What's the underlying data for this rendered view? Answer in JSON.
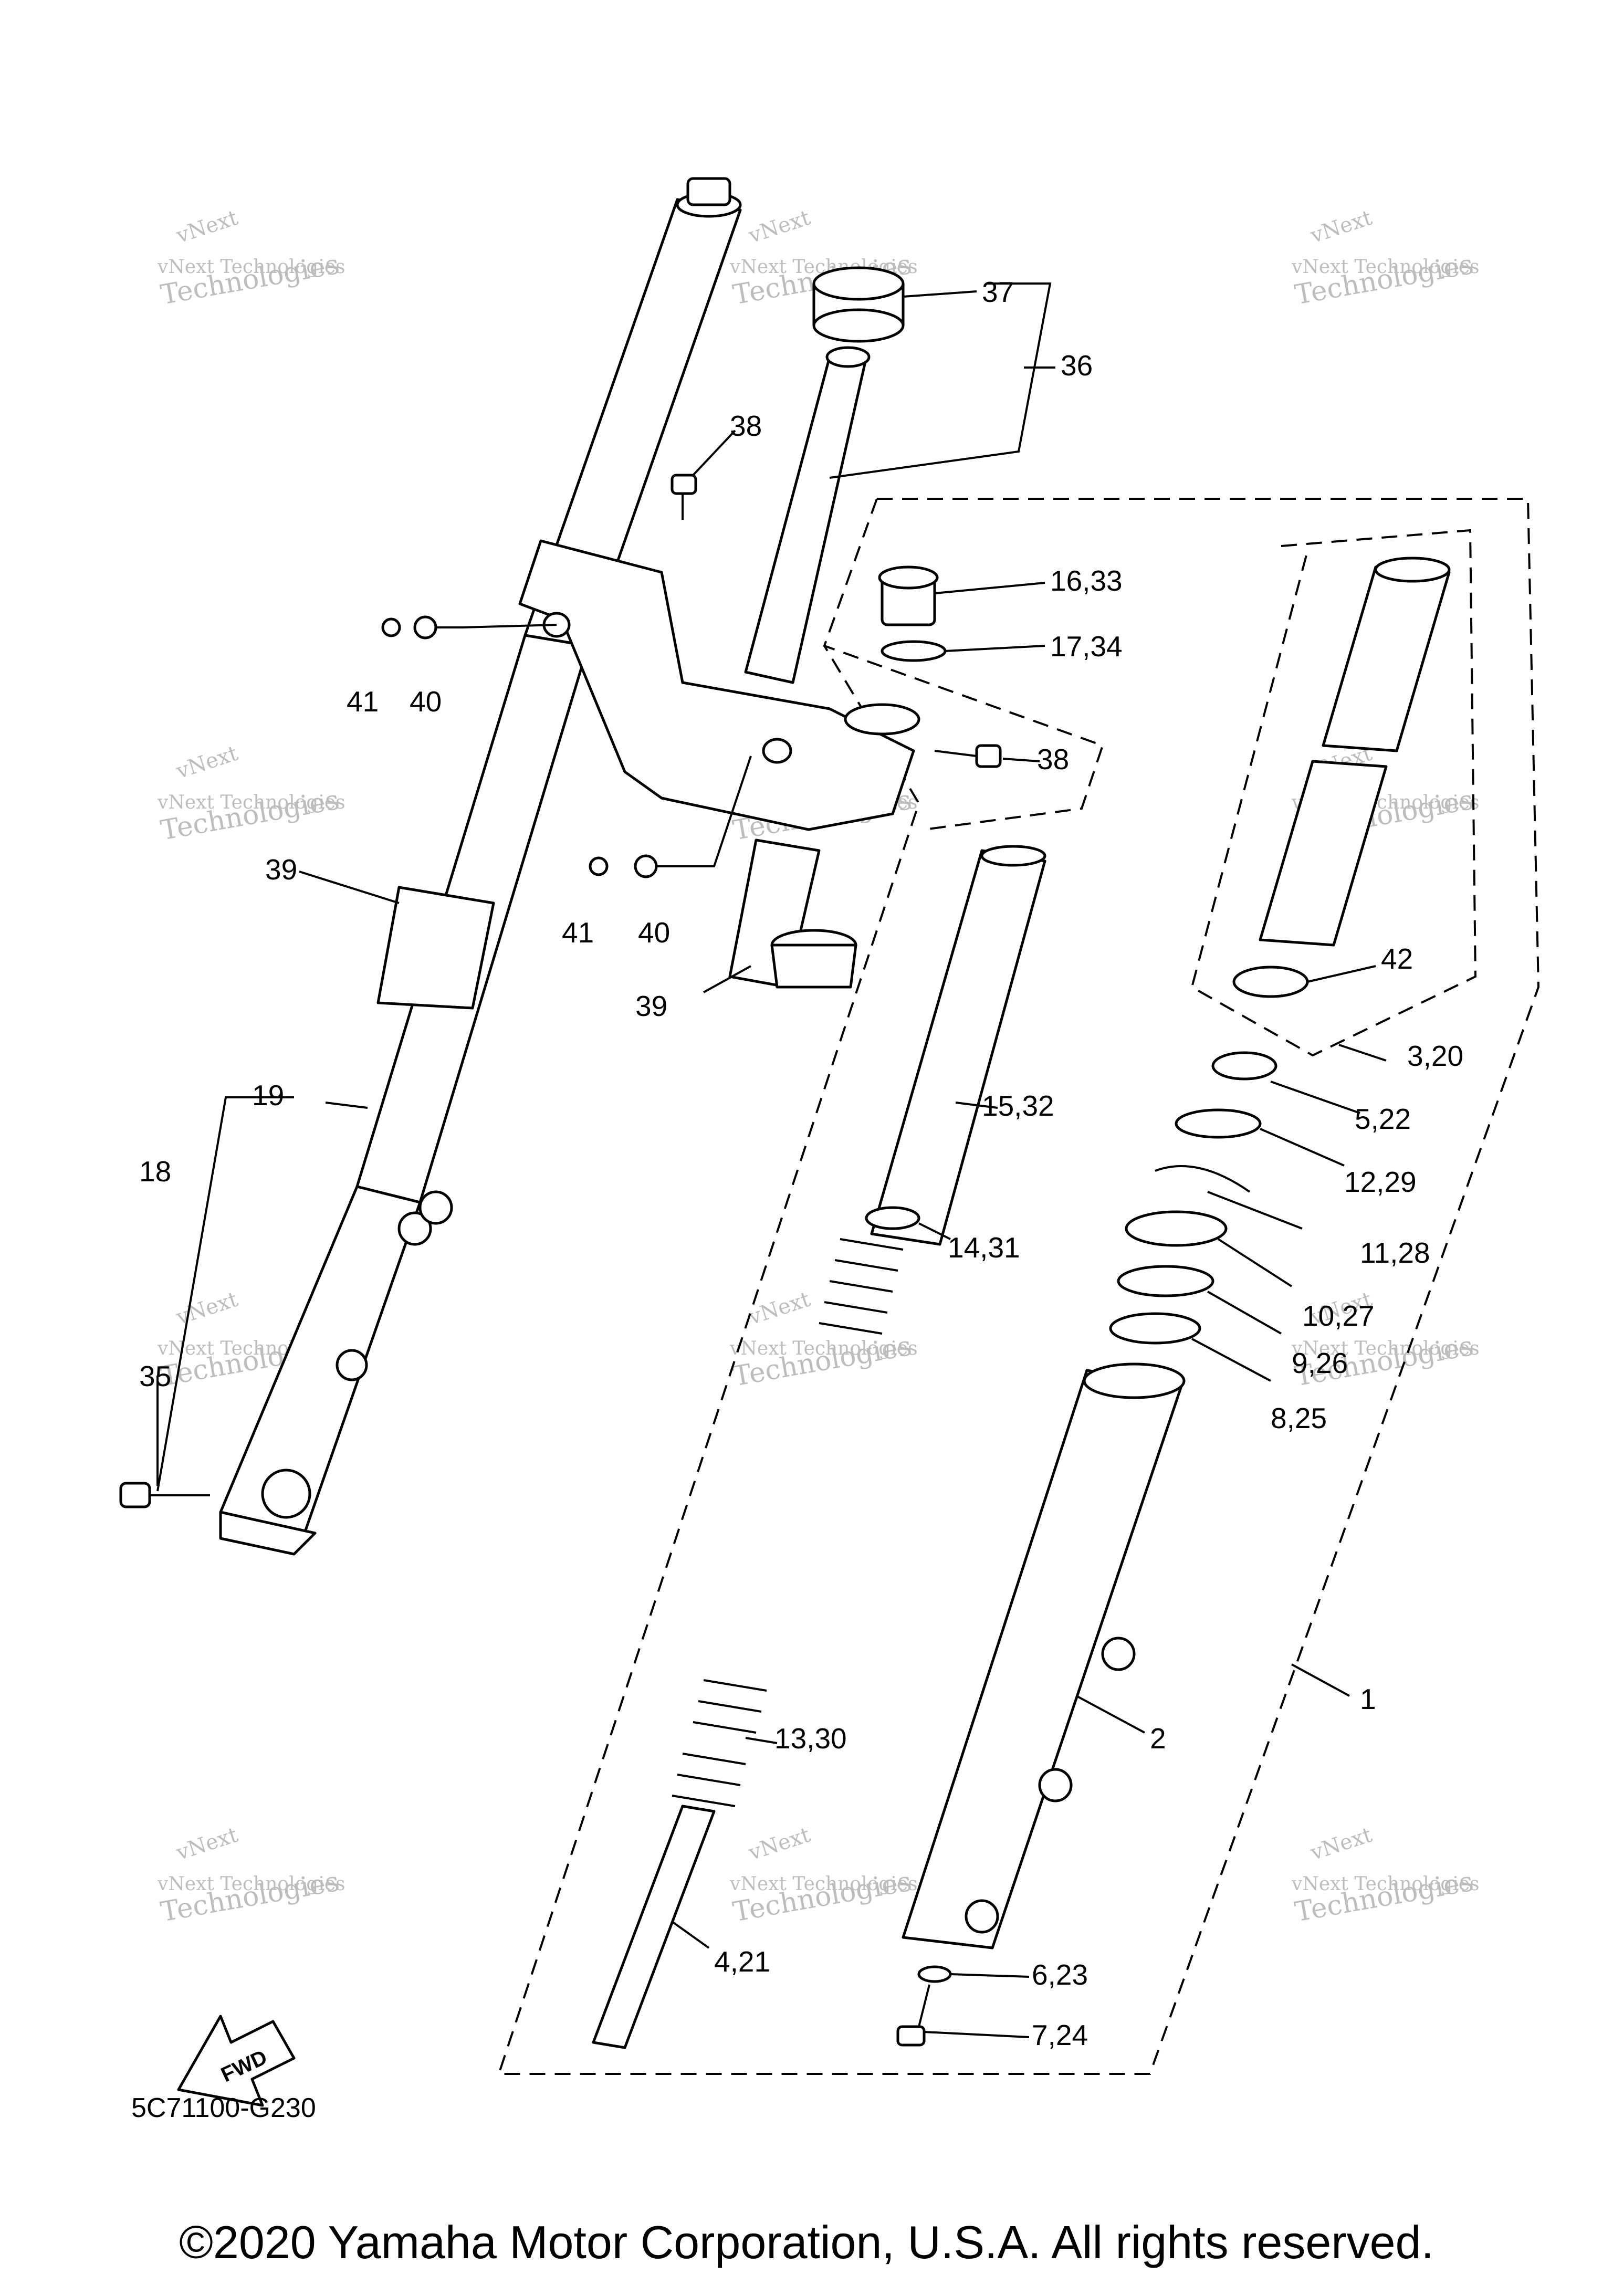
{
  "diagram_code": "5C71100-G230",
  "copyright": "©2020 Yamaha Motor Corporation, U.S.A. All rights reserved.",
  "fwd_label": "FWD",
  "watermark": {
    "line1": "vNext",
    "line2": "vNext Technologies",
    "line3": "Technologies"
  },
  "callouts": [
    "37",
    "36",
    "38",
    "16,33",
    "17,34",
    "41",
    "40",
    "38",
    "39",
    "41",
    "40",
    "39",
    "42",
    "3,20",
    "5,22",
    "12,29",
    "11,28",
    "10,27",
    "9,26",
    "8,25",
    "15,32",
    "14,31",
    "19",
    "18",
    "35",
    "13,30",
    "2",
    "1",
    "4,21",
    "6,23",
    "7,24"
  ]
}
